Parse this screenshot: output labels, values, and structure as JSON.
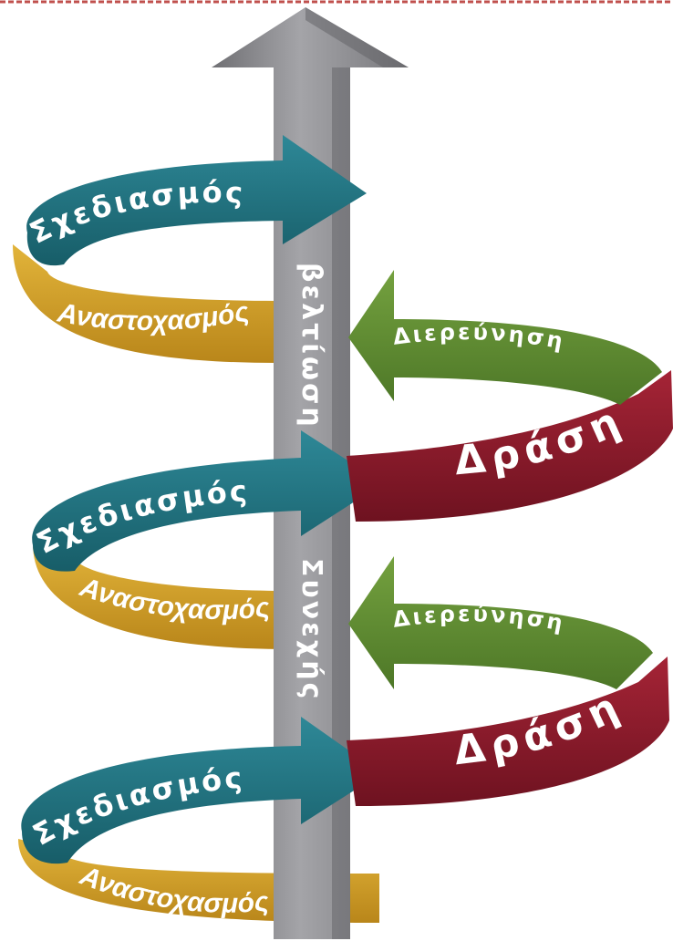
{
  "diagram": {
    "spine_labels": [
      "βελτίωση",
      "Συνεχής"
    ],
    "cycles": [
      {
        "planning": "Σχεδιασμός",
        "reflection": "Αναστοχασμός",
        "exploration": "Διερεύνηση",
        "action": "Δράση"
      },
      {
        "planning": "Σχεδιασμός",
        "reflection": "Αναστοχασμός",
        "exploration": "Διερεύνηση",
        "action": "Δράση"
      },
      {
        "planning": "Σχεδιασμός",
        "reflection": "Αναστοχασμός"
      }
    ]
  },
  "colors": {
    "top_border": "#c0504d",
    "spine": "#8f8f93",
    "planning": "#1f6f7c",
    "reflection": "#d4a227",
    "exploration": "#5e8c31",
    "action": "#8b1a2b"
  }
}
